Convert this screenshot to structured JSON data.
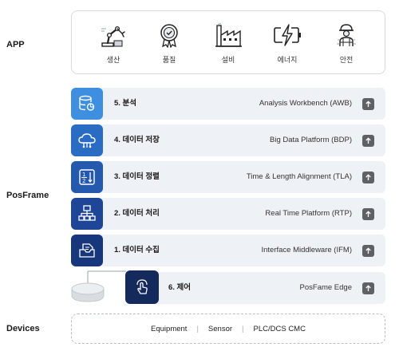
{
  "side_labels": {
    "app": "APP",
    "posframe": "PosFrame",
    "devices": "Devices"
  },
  "apps": [
    {
      "icon": "robot-arm-icon",
      "label": "생산"
    },
    {
      "icon": "quality-medal-icon",
      "label": "품질"
    },
    {
      "icon": "factory-icon",
      "label": "설비"
    },
    {
      "icon": "energy-battery-icon",
      "label": "에너지"
    },
    {
      "icon": "safety-worker-icon",
      "label": "안전"
    }
  ],
  "layers": [
    {
      "title": "5. 분석",
      "desc": "Analysis Workbench (AWB)",
      "icon": "database-analysis-icon",
      "color": "#3f8fe0"
    },
    {
      "title": "4. 데이터 저장",
      "desc": "Big Data Platform (BDP)",
      "icon": "cloud-storage-icon",
      "color": "#2a6cc3"
    },
    {
      "title": "3. 데이터 정렬",
      "desc": "Time & Length Alignment (TLA)",
      "icon": "sort-numbers-icon",
      "color": "#2459ad"
    },
    {
      "title": "2. 데이터 처리",
      "desc": "Real Time Platform (RTP)",
      "icon": "network-hierarchy-icon",
      "color": "#1e4596"
    },
    {
      "title": "1. 데이터 수집",
      "desc": "Interface Middleware (IFM)",
      "icon": "collect-box-icon",
      "color": "#18367c"
    }
  ],
  "edge": {
    "title": "6. 제어",
    "desc": "PosFame Edge",
    "icon": "touch-control-icon",
    "color": "#152a5c"
  },
  "devices": {
    "items": [
      "Equipment",
      "Sensor",
      "PLC/DCS CMC"
    ]
  }
}
